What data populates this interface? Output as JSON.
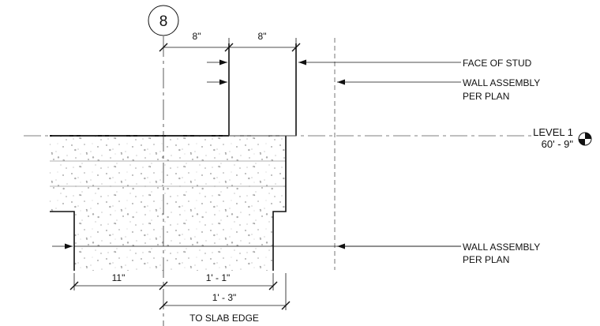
{
  "grid_bubble": {
    "label": "8"
  },
  "dimensions": {
    "top_left": "8\"",
    "top_right": "8\"",
    "bottom_left": "11\"",
    "bottom_mid": "1' - 1\"",
    "bottom_overall": "1' - 3\"",
    "bottom_caption": "TO SLAB EDGE"
  },
  "notes": {
    "face_of_stud": "FACE OF STUD",
    "wall_assembly_upper_1": "WALL ASSEMBLY",
    "wall_assembly_upper_2": "PER PLAN",
    "wall_assembly_lower_1": "WALL ASSEMBLY",
    "wall_assembly_lower_2": "PER PLAN"
  },
  "level": {
    "name": "LEVEL 1",
    "elevation": "60' - 9\""
  }
}
